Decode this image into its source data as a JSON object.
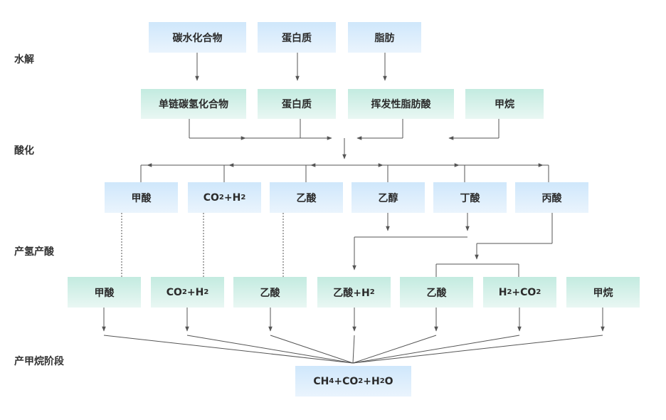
{
  "stages": [
    {
      "label": "水解"
    },
    {
      "label": "酸化"
    },
    {
      "label": "产氢产酸"
    },
    {
      "label": "产甲烷阶段"
    }
  ],
  "row1": [
    {
      "label": "碳水化合物"
    },
    {
      "label": "蛋白质"
    },
    {
      "label": "脂肪"
    }
  ],
  "row2": [
    {
      "label": "单链碳氢化合物"
    },
    {
      "label": "蛋白质"
    },
    {
      "label": "挥发性脂肪酸"
    },
    {
      "label": "甲烷"
    }
  ],
  "row3": [
    {
      "parts": [
        {
          "t": "甲酸"
        }
      ]
    },
    {
      "parts": [
        {
          "t": "CO"
        },
        {
          "t": "2",
          "sub": true
        },
        {
          "t": "+H"
        },
        {
          "t": "2",
          "sub": true
        }
      ]
    },
    {
      "parts": [
        {
          "t": "乙酸"
        }
      ]
    },
    {
      "parts": [
        {
          "t": "乙醇"
        }
      ]
    },
    {
      "parts": [
        {
          "t": "丁酸"
        }
      ]
    },
    {
      "parts": [
        {
          "t": "丙酸"
        }
      ]
    }
  ],
  "row4": [
    {
      "parts": [
        {
          "t": "甲酸"
        }
      ]
    },
    {
      "parts": [
        {
          "t": "CO"
        },
        {
          "t": "2",
          "sub": true
        },
        {
          "t": "+H"
        },
        {
          "t": "2",
          "sub": true
        }
      ]
    },
    {
      "parts": [
        {
          "t": "乙酸"
        }
      ]
    },
    {
      "parts": [
        {
          "t": "乙酸+H"
        },
        {
          "t": "2",
          "sub": true
        }
      ]
    },
    {
      "parts": [
        {
          "t": "乙酸"
        }
      ]
    },
    {
      "parts": [
        {
          "t": "H"
        },
        {
          "t": "2",
          "sub": true
        },
        {
          "t": "+CO"
        },
        {
          "t": "2",
          "sub": true
        }
      ]
    },
    {
      "parts": [
        {
          "t": "甲烷"
        }
      ]
    }
  ],
  "final": {
    "parts": [
      {
        "t": "CH"
      },
      {
        "t": "4",
        "sub": true
      },
      {
        "t": "+CO"
      },
      {
        "t": "2",
        "sub": true
      },
      {
        "t": "+H"
      },
      {
        "t": "2",
        "sub": true
      },
      {
        "t": "O"
      }
    ]
  },
  "colors": {
    "blue_box": "#cfe7fb",
    "green_box": "#c3ebe0",
    "line": "#555555"
  }
}
